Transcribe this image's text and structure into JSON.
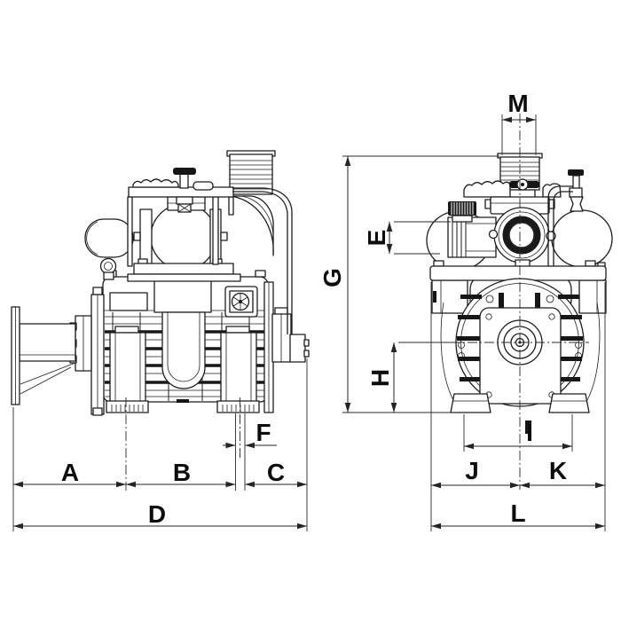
{
  "page": {
    "background": "#ffffff",
    "line_color": "#1c1c1c",
    "label_color": "#0c0c0c"
  },
  "diagram": {
    "kind": "two-view technical dimension drawing of a vacuum pump",
    "left_view": {
      "name": "side-view",
      "dimension_labels": [
        "A",
        "B",
        "C",
        "D",
        "F"
      ]
    },
    "right_view": {
      "name": "front-view",
      "dimension_labels": [
        "M",
        "E",
        "G",
        "H",
        "I",
        "J",
        "K",
        "L"
      ]
    }
  },
  "dims": {
    "A": "A",
    "B": "B",
    "C": "C",
    "D": "D",
    "E": "E",
    "F": "F",
    "G": "G",
    "H": "H",
    "I": "I",
    "J": "J",
    "K": "K",
    "L": "L",
    "M": "M"
  }
}
